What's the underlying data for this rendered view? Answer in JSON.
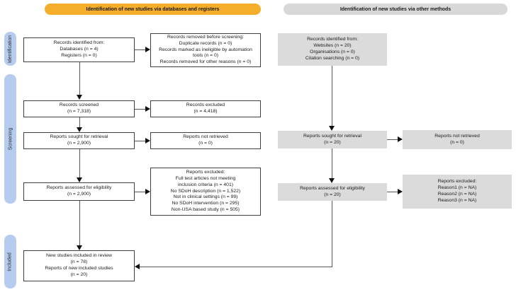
{
  "banners": {
    "databases": "Identification of new studies via databases and registers",
    "other_methods": "Identification of new studies via other methods"
  },
  "stages": {
    "identification": "Identification",
    "screening": "Screening",
    "included": "Included"
  },
  "boxes": {
    "records_identified_databases": "Records identified from:\nDatabases (n = 4)\nRegisters (n = 0)",
    "records_removed_before_screening": "Records removed before screening:\nDuplicate records (n = 0)\nRecords marked as ineligible by automation\ntools (n = 0)\nRecords removed for other reasons (n = 0)",
    "records_screened": "Records screened\n(n = 7,318)",
    "records_excluded": "Records excluded\n(n = 4,418)",
    "reports_sought": "Reports sought for retrieval\n(n = 2,900)",
    "reports_not_retrieved": "Reports not retrieved\n(n = 0)",
    "reports_assessed": "Reports assessed for eligibility\n(n = 2,900)",
    "reports_excluded": "Reports excluded:\nFull test articles not meeting\ninclusion criteria (n = 401)\nNo SDoH description (n = 1,522)\nNot in clinical settings (n = 99)\nNo SDoH intervention (n = 295)\nNon-USA based study (n = 505)",
    "included_studies": "New studies included in review\n(n = 78)\nReports of new included studies\n(n = 20)",
    "records_identified_other": "Records identified from:\nWebsites (n = 20)\nOrganisations (n = 0)\nCitation searching (n = 0)",
    "reports_sought_other": "Reports sought for retrieval\n(n = 20)",
    "reports_not_retrieved_other": "Reports not retrieved\n(n = 0)",
    "reports_assessed_other": "Reports assessed for eligibility\n(n = 20)",
    "reports_excluded_other": "Reports excluded:\nReason1 (n = NA)\nReason2 (n = NA)\nReason3 (n = NA)"
  },
  "colors": {
    "banner_yellow": "#F4AE2B",
    "banner_gray": "#D8D8D8",
    "stage_blue": "#B5CCEF",
    "gray_box": "#DBDBDB",
    "line": "#555555",
    "border": "#3F3F3F",
    "arrow": "#111111"
  }
}
